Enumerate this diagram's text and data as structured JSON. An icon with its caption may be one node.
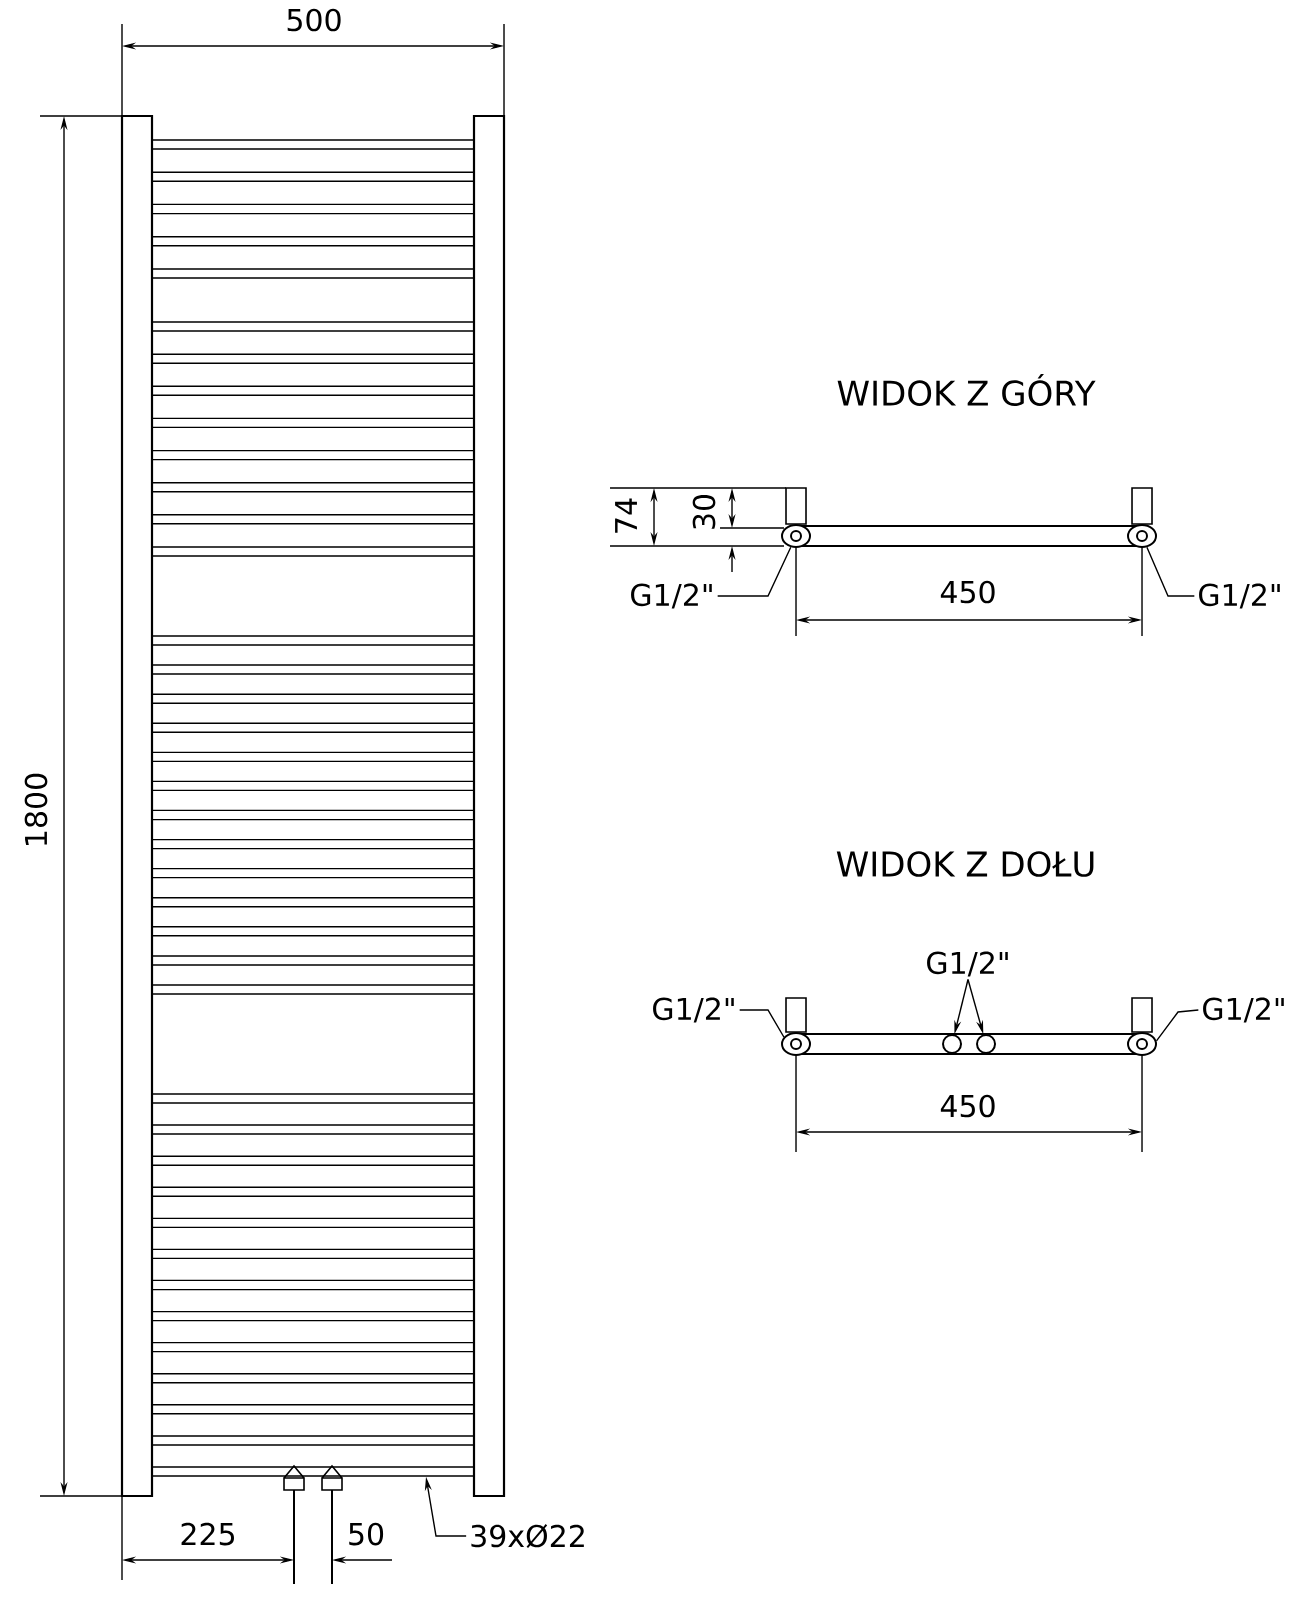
{
  "diagram": {
    "nodes": [
      {
        "text": [],
        "shape": "circle"
      },
      {
        "text": [],
        "shape": "circle"
      },
      {
        "text": [
          "G1/2\""
        ]
      },
      {
        "text": [
          "G1/2\""
        ]
      },
      {
        "text": [
          "G1/2\""
        ]
      },
      {
        "text": [
          "G1/2\""
        ]
      },
      {
        "text": [
          "G1/2\""
        ]
      },
      {
        "text": [],
        "shape": "circle"
      },
      {
        "text": [],
        "shape": "circle"
      },
      {
        "text": [],
        "shape": "circle"
      },
      {
        "text": [],
        "shape": "circle"
      },
      {
        "text": [],
        "shape": "bar"
      },
      {
        "text": [
          "39xØ22"
        ]
      }
    ],
    "edges": [
      {
        "from": 2,
        "to": 0,
        "arrow": "none"
      },
      {
        "from": 3,
        "to": 1,
        "arrow": "none"
      },
      {
        "from": 4,
        "to": 8,
        "arrow": "to"
      },
      {
        "from": 4,
        "to": 9,
        "arrow": "to"
      },
      {
        "from": 5,
        "to": 7,
        "arrow": "none"
      },
      {
        "from": 6,
        "to": 10,
        "arrow": "none"
      },
      {
        "from": 12,
        "to": 11,
        "arrow": "to"
      }
    ],
    "labels": [
      "500",
      "1800",
      "WIDOK Z GÓRY",
      "74",
      "30",
      "450",
      "WIDOK Z DOŁU",
      "450",
      "225",
      "50"
    ]
  }
}
